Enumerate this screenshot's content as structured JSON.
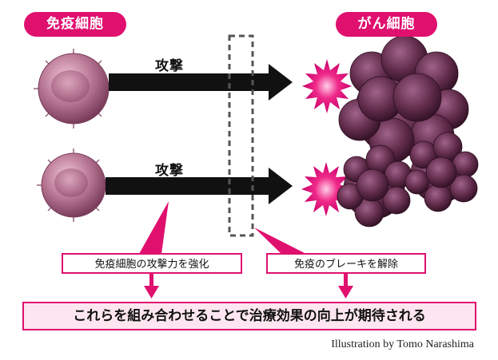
{
  "labels": {
    "immune_cell": "免疫細胞",
    "cancer_cell": "がん細胞",
    "attack_top": "攻撃",
    "attack_bottom": "攻撃",
    "strengthen": "免疫細胞の攻撃力を強化",
    "release_brake": "免疫のブレーキを解除",
    "conclusion": "これらを組み合わせることで治療効果の向上が期待される",
    "credit": "Illustration by Tomo Narashima"
  },
  "colors": {
    "accent": "#e0106f",
    "accent_light": "#fde6ef",
    "arrow": "#111111",
    "immune_cell": "#b06a8c",
    "cancer_cell": "#5e2a48",
    "burst": "#e0106f"
  }
}
